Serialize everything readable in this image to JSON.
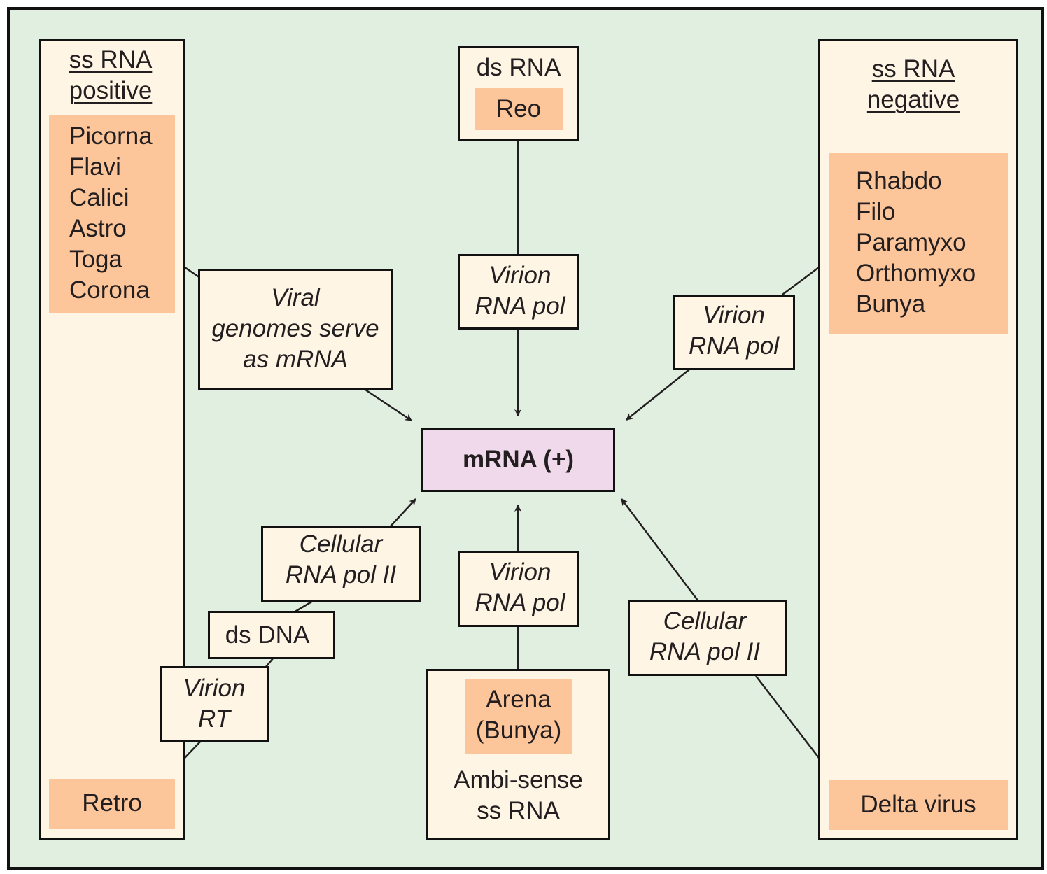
{
  "ss_rna_positive": {
    "heading": [
      "ss RNA",
      "positive"
    ],
    "families": [
      "Picorna",
      "Flavi",
      "Calici",
      "Astro",
      "Toga",
      "Corona"
    ],
    "retro": "Retro"
  },
  "ds_rna": {
    "heading": "ds RNA",
    "family": "Reo"
  },
  "ss_rna_negative": {
    "heading": [
      "ss RNA",
      "negative"
    ],
    "families": [
      "Rhabdo",
      "Filo",
      "Paramyxo",
      "Orthomyxo",
      "Bunya"
    ],
    "delta": "Delta virus"
  },
  "mrna": "mRNA (+)",
  "viral_genomes": [
    "Viral",
    "genomes serve",
    "as mRNA"
  ],
  "virion_rna_pol_top": [
    "Virion",
    "RNA pol"
  ],
  "virion_rna_pol_right": [
    "Virion",
    "RNA pol"
  ],
  "virion_rna_pol_bottom": [
    "Virion",
    "RNA pol"
  ],
  "cellular_rna_pol_left": [
    "Cellular",
    "RNA pol II"
  ],
  "cellular_rna_pol_right": [
    "Cellular",
    "RNA pol II"
  ],
  "ds_dna": "ds DNA",
  "virion_rt": [
    "Virion",
    "RT"
  ],
  "ambisense": {
    "families": [
      "Arena",
      "(Bunya)"
    ],
    "label": [
      "Ambi-sense",
      "ss RNA"
    ]
  },
  "colors": {
    "background": "#e1efe0",
    "box": "#fef5e5",
    "family_highlight": "#fdc59a",
    "mrna_box": "#f0d9ea"
  }
}
